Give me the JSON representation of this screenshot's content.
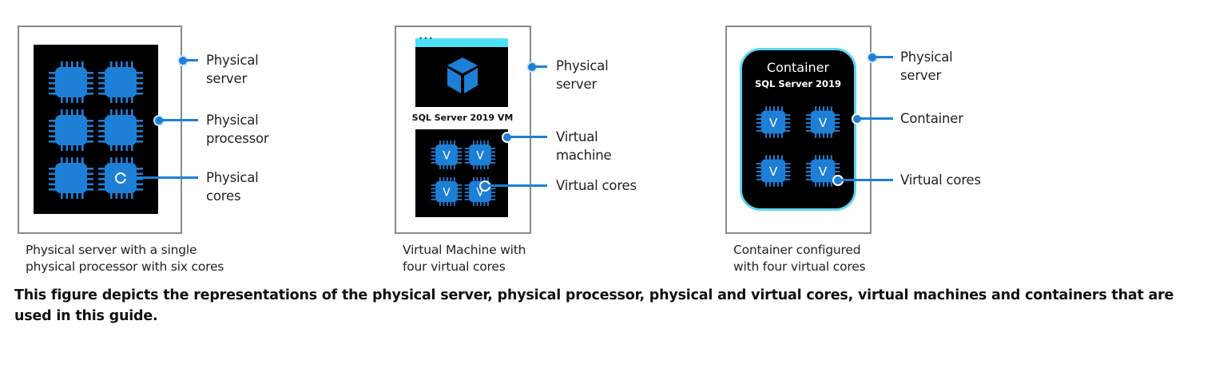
{
  "panels": [
    {
      "id": "physical",
      "labels": [
        "Physical\nserver",
        "Physical\nprocessor",
        "Physical\ncores"
      ],
      "label_lines": [
        [
          "Physical",
          "server"
        ],
        [
          "Physical",
          "processor"
        ],
        [
          "Physical",
          "cores"
        ]
      ],
      "caption": [
        "Physical server with a single",
        "physical processor with six cores"
      ],
      "core_count": 6,
      "core_glyph": ""
    },
    {
      "id": "virtual-machine",
      "vm_title": "SQL Server 2019 VM",
      "label_lines": [
        [
          "Physical",
          "server"
        ],
        [
          "Virtual",
          "machine"
        ],
        [
          "Virtual cores"
        ]
      ],
      "caption": [
        "Virtual Machine with",
        "four virtual cores"
      ],
      "core_count": 4,
      "core_glyph": "V",
      "window_dots": "•••"
    },
    {
      "id": "container",
      "container_title": "Container",
      "container_subtitle": "SQL Server 2019",
      "label_lines": [
        [
          "Physical",
          "server"
        ],
        [
          "Container"
        ],
        [
          "Virtual cores"
        ]
      ],
      "caption": [
        "Container configured",
        "with four virtual cores"
      ],
      "core_count": 4,
      "core_glyph": "V"
    }
  ],
  "footer": "This figure depicts the representations of the physical server, physical processor, physical and virtual cores, virtual machines and containers that are used in this guide.",
  "colors": {
    "chip_blue": "#1e7fd6",
    "leader_blue": "#1e7fd6",
    "cyan_accent": "#4fe0f7",
    "border_gray": "#8a8a8a",
    "panel_black": "#000000"
  }
}
